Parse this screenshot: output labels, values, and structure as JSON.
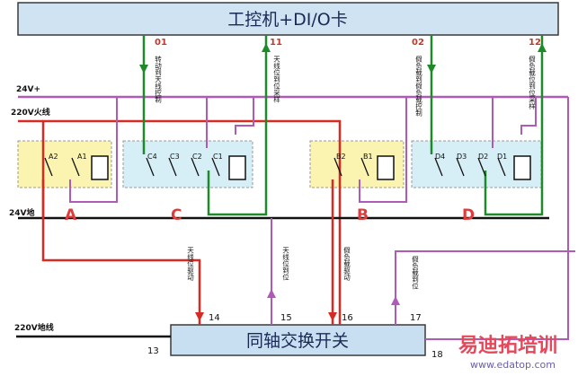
{
  "top_block": {
    "title": "工控机+DI/O卡"
  },
  "bottom_block": {
    "title": "同轴交换开关"
  },
  "rails": {
    "v24_plus": "24V+",
    "ac220_live": "220V火线",
    "v24_ground": "24V地",
    "ac220_neutral": "220V地线"
  },
  "signals": [
    {
      "num": "01",
      "text": "转动到天线控制"
    },
    {
      "num": "11",
      "text": "天线位到位采样"
    },
    {
      "num": "02",
      "text": "假负载到假负载控制"
    },
    {
      "num": "12",
      "text": "假负载位到位采样"
    }
  ],
  "ports": {
    "p13": "13",
    "p14": "14",
    "p15": "15",
    "p16": "16",
    "p17": "17",
    "p18": "18"
  },
  "lower_signals": {
    "s14": "天线位驱动",
    "s15": "天线位到位",
    "s16": "假负载驱动",
    "s17": "假负载到位"
  },
  "groups": {
    "A": {
      "letter": "A",
      "contacts": [
        "A2",
        "A1"
      ]
    },
    "C": {
      "letter": "C",
      "contacts": [
        "C4",
        "C3",
        "C2",
        "C1"
      ]
    },
    "B": {
      "letter": "B",
      "contacts": [
        "B2",
        "B1"
      ]
    },
    "D": {
      "letter": "D",
      "contacts": [
        "D4",
        "D3",
        "D2",
        "D1"
      ]
    }
  },
  "watermark": {
    "main": "易迪拓培训",
    "url": "www.edatop.com"
  },
  "colors": {
    "top_fill": "#cfe3f2",
    "bottom_fill": "#c7dff0",
    "yellow_zone": "#fbf3b0",
    "cyan_zone": "#d6eef6",
    "green": "#1f8a2a",
    "red": "#d62b22",
    "purple": "#b05ab8",
    "black": "#111111"
  }
}
